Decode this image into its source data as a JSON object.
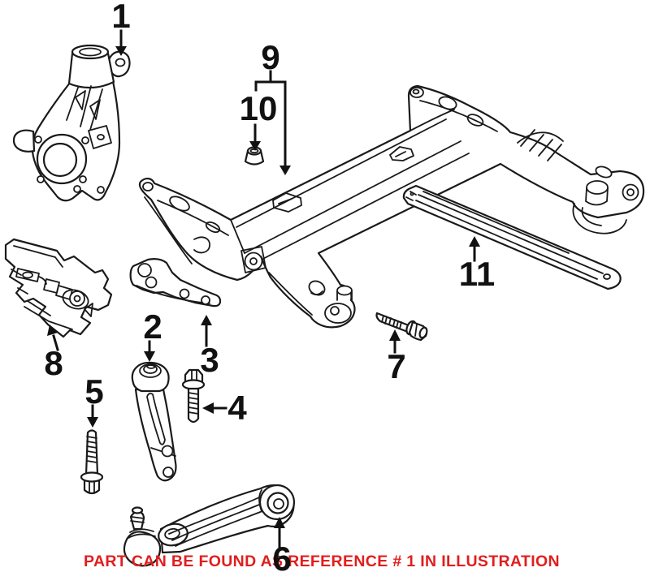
{
  "diagram": {
    "background": "#ffffff",
    "line_color": "#1a1a1a",
    "callouts": [
      {
        "number": "1"
      },
      {
        "number": "2"
      },
      {
        "number": "3"
      },
      {
        "number": "4"
      },
      {
        "number": "5"
      },
      {
        "number": "6"
      },
      {
        "number": "7"
      },
      {
        "number": "8"
      },
      {
        "number": "9"
      },
      {
        "number": "10"
      },
      {
        "number": "11"
      }
    ],
    "footer": {
      "text": "PART CAN BE FOUND AS REFERENCE # 1 IN ILLUSTRATION",
      "color": "#e11e1e"
    }
  }
}
